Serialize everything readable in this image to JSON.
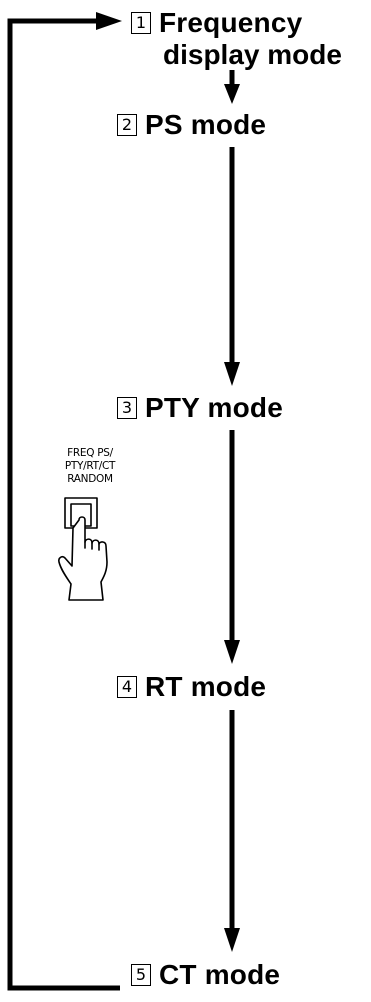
{
  "steps": [
    {
      "number": "1",
      "label_line1": "Frequency",
      "label_line2": "display mode"
    },
    {
      "number": "2",
      "label": "PS mode"
    },
    {
      "number": "3",
      "label": "PTY mode"
    },
    {
      "number": "4",
      "label": "RT mode"
    },
    {
      "number": "5",
      "label": "CT mode"
    }
  ],
  "button": {
    "caption_line1": "FREQ PS/",
    "caption_line2": "PTY/RT/CT",
    "caption_line3": "RANDOM",
    "icon": "hand-pressing-button-icon"
  }
}
